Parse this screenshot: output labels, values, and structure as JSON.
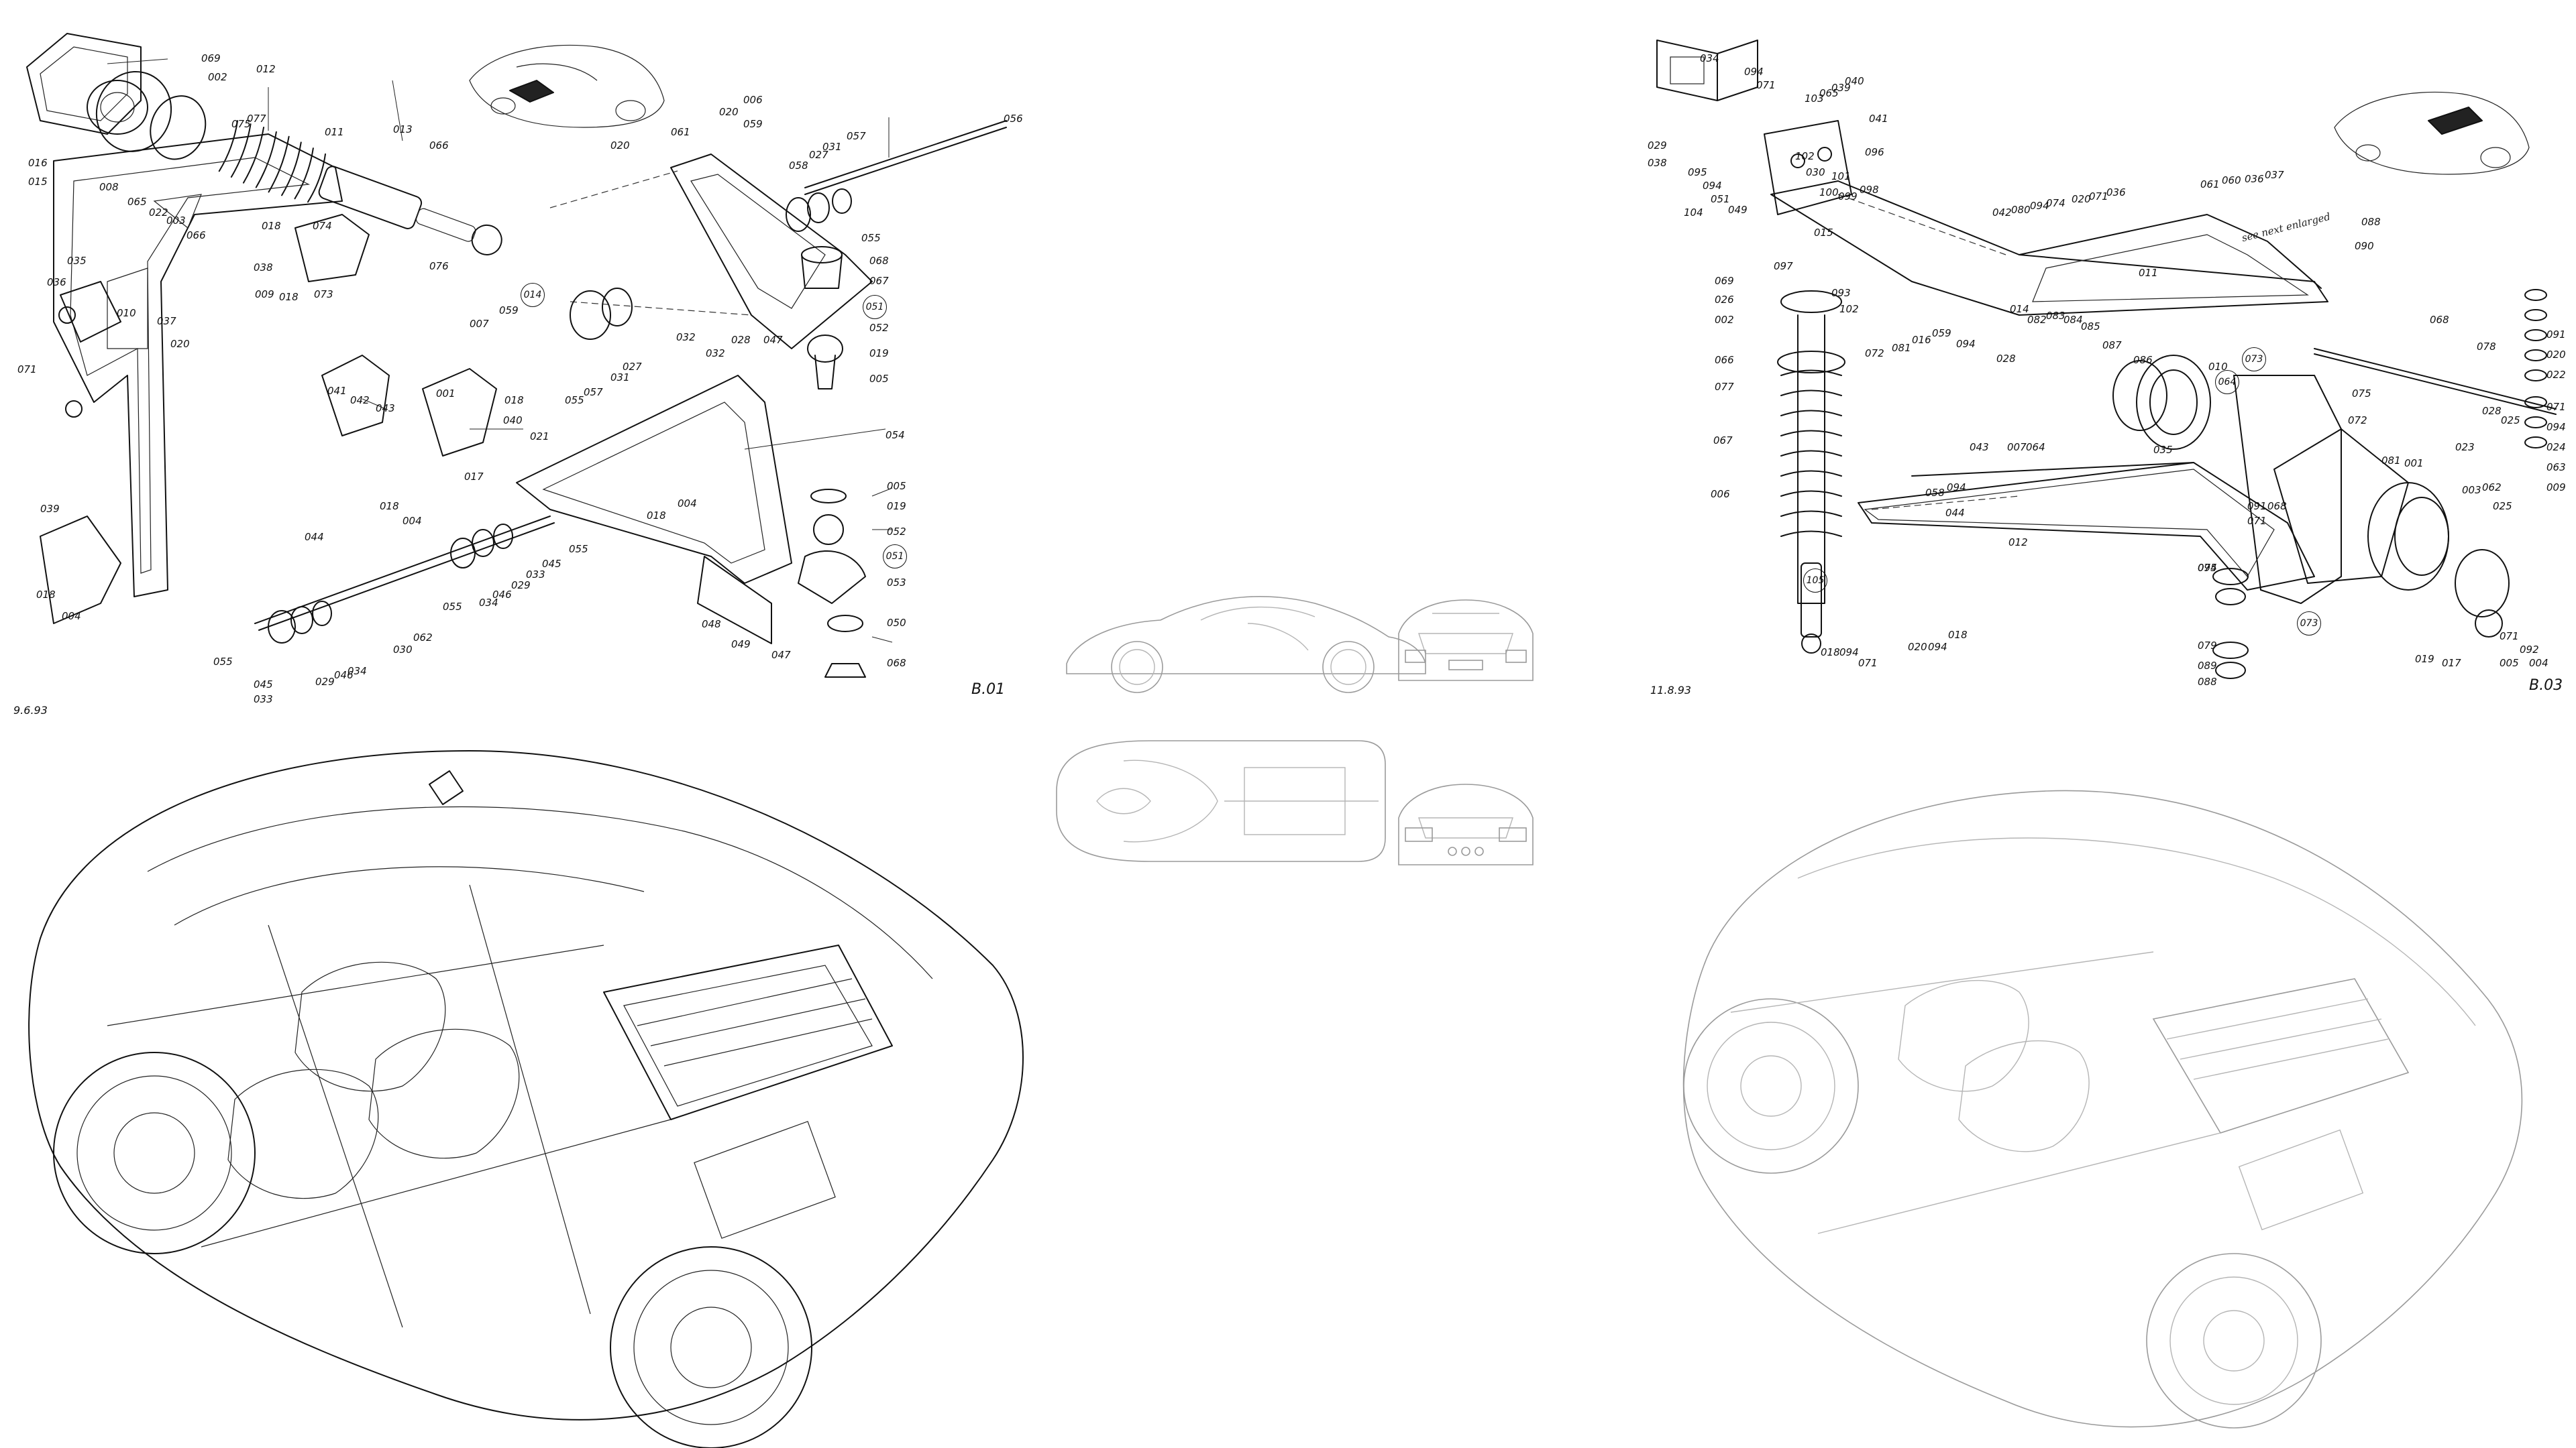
{
  "sheets": {
    "front": {
      "code": "B.01",
      "date": "9.6.93",
      "labels": [
        "069",
        "012",
        "002",
        "077",
        "075",
        "011",
        "013",
        "066",
        "020",
        "006",
        "061",
        "059",
        "056",
        "016",
        "015",
        "008",
        "065",
        "022",
        "003",
        "066",
        "018",
        "074",
        "038",
        "073",
        "018",
        "035",
        "036",
        "010",
        "037",
        "071",
        "009",
        "020",
        "076",
        "007",
        "059",
        "014",
        "041",
        "042",
        "043",
        "001",
        "018",
        "040",
        "021",
        "017",
        "044",
        "018",
        "004",
        "020",
        "067",
        "047",
        "052",
        "019",
        "005",
        "054",
        "005",
        "019",
        "052",
        "053",
        "050",
        "068",
        "039",
        "018",
        "004",
        "055",
        "045",
        "029",
        "033",
        "046",
        "034",
        "030",
        "062",
        "055",
        "034",
        "046",
        "029",
        "033",
        "045",
        "055",
        "032",
        "027",
        "031",
        "057",
        "055",
        "028",
        "032",
        "058",
        "027",
        "031",
        "057",
        "055",
        "068",
        "048",
        "049",
        "004",
        "018",
        "047"
      ],
      "circled": [
        "014",
        "051",
        "051"
      ]
    },
    "rear": {
      "code": "B.03",
      "date": "11.8.93",
      "note": "see next enlarged",
      "labels": [
        "034",
        "094",
        "071",
        "029",
        "038",
        "095",
        "094",
        "051",
        "104",
        "049",
        "103",
        "065",
        "039",
        "040",
        "041",
        "096",
        "098",
        "099",
        "030",
        "100",
        "101",
        "102",
        "042",
        "080",
        "094",
        "074",
        "020",
        "071",
        "036",
        "061",
        "060",
        "036",
        "037",
        "088",
        "090",
        "015",
        "097",
        "069",
        "026",
        "002",
        "066",
        "077",
        "067",
        "006",
        "093",
        "102",
        "072",
        "081",
        "016",
        "059",
        "094",
        "028",
        "014",
        "082",
        "083",
        "084",
        "085",
        "087",
        "086",
        "035",
        "010",
        "011",
        "068",
        "078",
        "091",
        "020",
        "022",
        "071",
        "094",
        "024",
        "063",
        "009",
        "028",
        "025",
        "023",
        "062",
        "025",
        "071",
        "092",
        "017",
        "091",
        "071",
        "094",
        "044",
        "058",
        "094",
        "043",
        "007",
        "064",
        "072",
        "081",
        "075",
        "068",
        "001",
        "003",
        "012",
        "018",
        "094",
        "071",
        "020",
        "094",
        "018",
        "079",
        "089",
        "088",
        "005",
        "004",
        "019",
        "075"
      ],
      "circled": [
        "073",
        "073",
        "105",
        "064"
      ]
    }
  },
  "views": {
    "side": "side-elevation",
    "front": "front-elevation",
    "top": "plan-view",
    "rear": "rear-elevation"
  },
  "icons": {
    "front_thumb": "car-thumbnail-icon",
    "rear_thumb": "car-thumbnail-icon"
  }
}
